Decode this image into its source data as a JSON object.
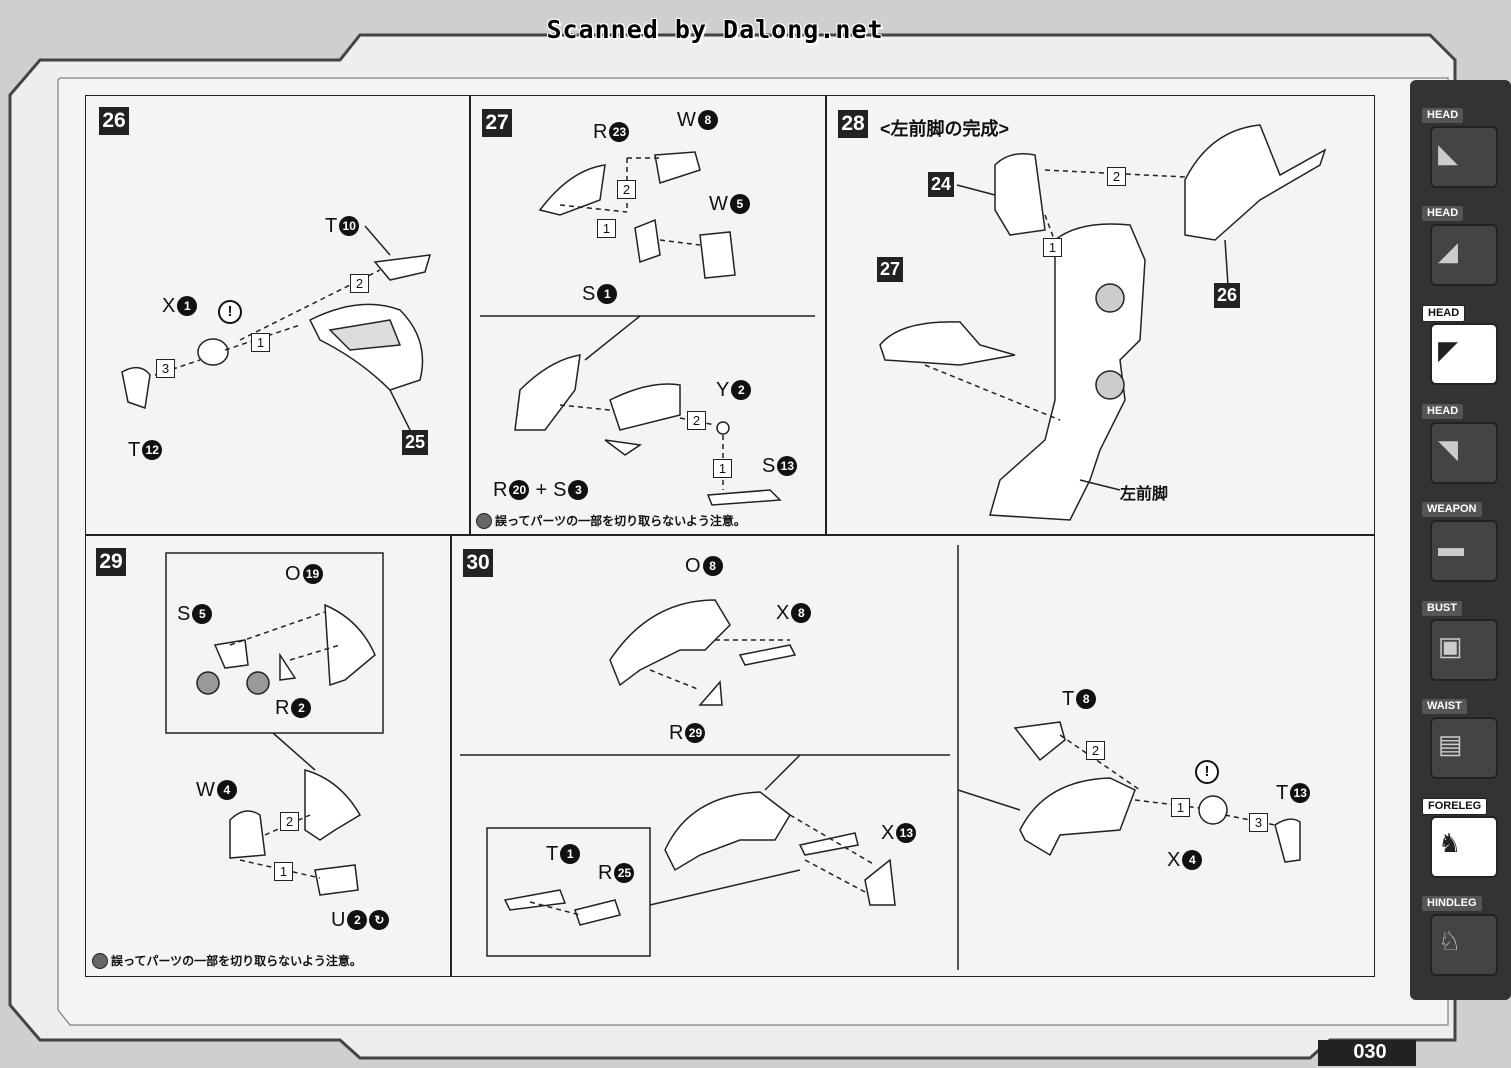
{
  "watermark": "Scanned by Dalong.net",
  "steps": {
    "s26": {
      "num": "26",
      "labels": [
        {
          "letter": "T",
          "num": "10"
        },
        {
          "letter": "X",
          "num": "1"
        },
        {
          "letter": "T",
          "num": "12"
        }
      ],
      "part": "25",
      "order": [
        "1",
        "2",
        "3"
      ]
    },
    "s27": {
      "num": "27",
      "labels": [
        {
          "letter": "R",
          "num": "23"
        },
        {
          "letter": "W",
          "num": "8"
        },
        {
          "letter": "W",
          "num": "5"
        },
        {
          "letter": "S",
          "num": "1"
        },
        {
          "letter": "Y",
          "num": "2"
        },
        {
          "letter": "S",
          "num": "13"
        },
        {
          "letter": "R",
          "num": "20"
        },
        {
          "letter": "S",
          "num": "3"
        }
      ],
      "plus": "+",
      "order": [
        "2",
        "1",
        "2",
        "1"
      ],
      "note": "誤ってパーツの一部を切り取らないよう注意。"
    },
    "s28": {
      "num": "28",
      "title": "<左前脚の完成>",
      "parts": [
        "24",
        "27",
        "26"
      ],
      "order": [
        "2",
        "1"
      ],
      "caption": "左前脚"
    },
    "s29": {
      "num": "29",
      "labels": [
        {
          "letter": "O",
          "num": "19"
        },
        {
          "letter": "S",
          "num": "5"
        },
        {
          "letter": "R",
          "num": "2"
        },
        {
          "letter": "W",
          "num": "4"
        },
        {
          "letter": "U",
          "num": "2"
        }
      ],
      "order": [
        "2",
        "1"
      ],
      "note": "誤ってパーツの一部を切り取らないよう注意。"
    },
    "s30": {
      "num": "30",
      "labels": [
        {
          "letter": "O",
          "num": "8"
        },
        {
          "letter": "X",
          "num": "8"
        },
        {
          "letter": "R",
          "num": "29"
        },
        {
          "letter": "X",
          "num": "13"
        },
        {
          "letter": "T",
          "num": "1"
        },
        {
          "letter": "R",
          "num": "25"
        },
        {
          "letter": "T",
          "num": "8"
        },
        {
          "letter": "T",
          "num": "13"
        },
        {
          "letter": "X",
          "num": "4"
        }
      ],
      "order": [
        "2",
        "1",
        "3"
      ]
    }
  },
  "tabs": [
    "HEAD",
    "HEAD",
    "HEAD",
    "HEAD",
    "WEAPON",
    "BUST",
    "WAIST",
    "FORELEG",
    "HINDLEG"
  ],
  "active_tab_index": 2,
  "page_number": "030"
}
